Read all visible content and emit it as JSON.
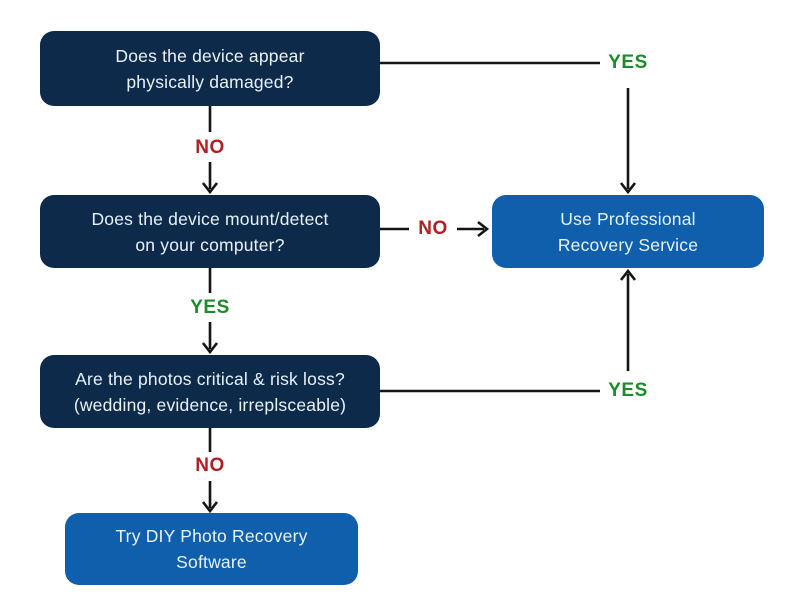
{
  "diagram": {
    "type": "flowchart",
    "background": "#ffffff",
    "palette": {
      "question_box": "#0d2a4a",
      "action_box": "#0f5fac",
      "box_text": "#e9f2fb",
      "yes_label": "#1a8b28",
      "no_label": "#b01f24",
      "connector": "#141414"
    },
    "nodes": {
      "q1": {
        "lines": [
          "Does the device appear",
          "physically damaged?"
        ]
      },
      "q2": {
        "lines": [
          "Does the device mount/detect",
          "on your computer?"
        ]
      },
      "q3": {
        "lines": [
          "Are the photos critical & risk loss?",
          "(wedding, evidence, irreplsceable)"
        ]
      },
      "professional": {
        "lines": [
          "Use Professional",
          "Recovery Service"
        ]
      },
      "diy": {
        "lines": [
          "Try DIY Photo Recovery",
          "Software"
        ]
      }
    },
    "edge_labels": {
      "yes_top": "YES",
      "no_top": "NO",
      "no_right": "NO",
      "yes_mid": "YES",
      "yes_right": "YES",
      "no_bottom": "NO"
    }
  }
}
